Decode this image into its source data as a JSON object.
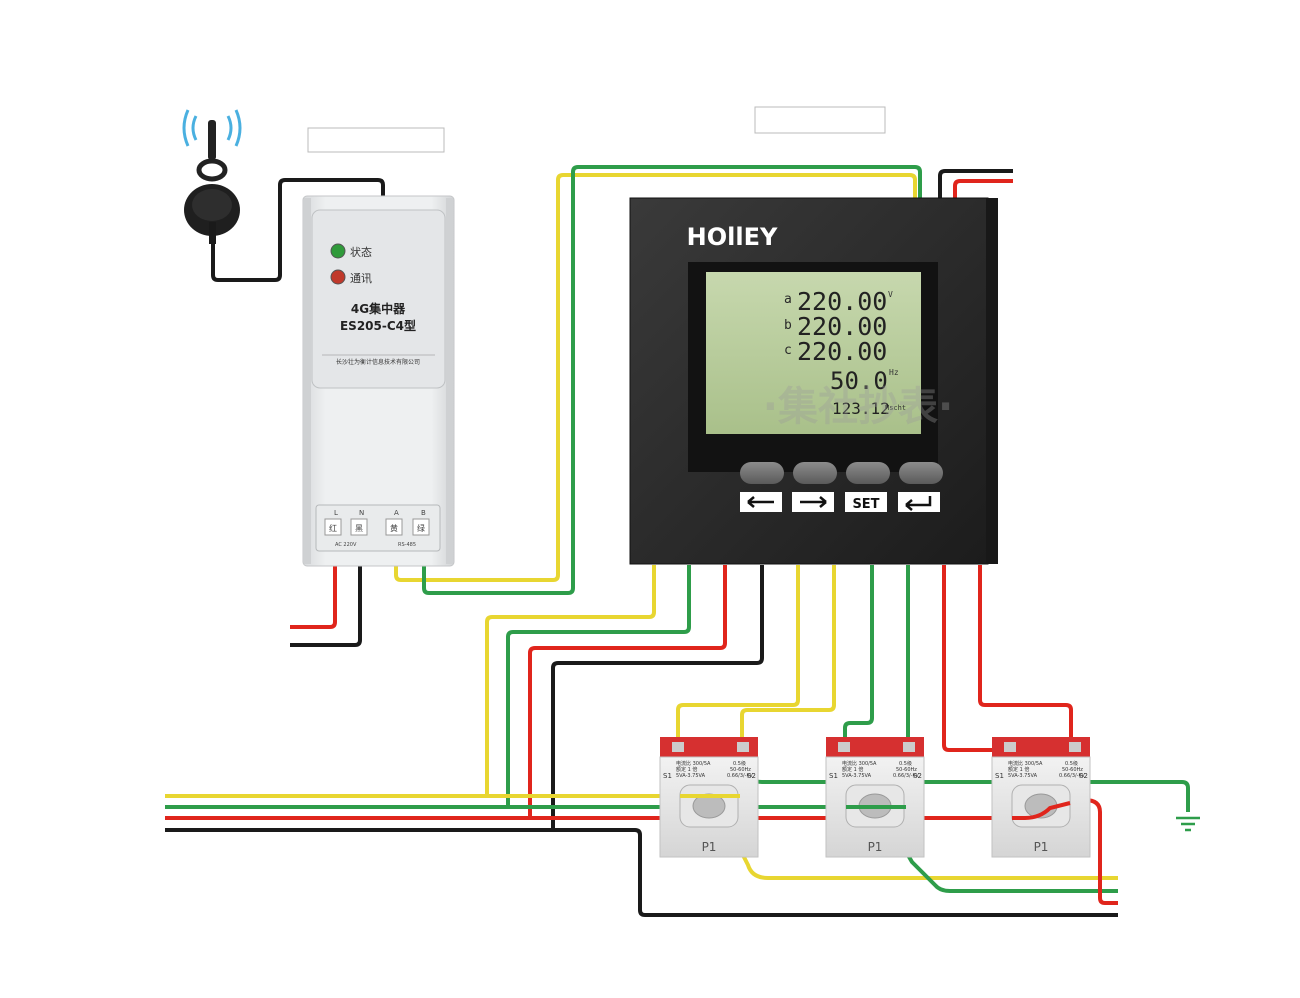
{
  "concentrator": {
    "status_label": "状态",
    "comm_label": "通讯",
    "name_line1": "4G集中器",
    "name_line2": "ES205-C4型",
    "company": "长沙壮为衡计信息技术有限公司",
    "terminals": [
      "L",
      "N",
      "A",
      "B"
    ],
    "terminal_colors": [
      "红",
      "黑",
      "黄",
      "绿"
    ],
    "footer_left": "AC 220V",
    "footer_right": "RS-485",
    "colors": {
      "status_led": "#2f9a3a",
      "comm_led": "#c0392b"
    }
  },
  "meter": {
    "brand": "HOllEY",
    "rows": [
      {
        "label": "a",
        "value": "220.00",
        "unit": "V"
      },
      {
        "label": "b",
        "value": "220.00",
        "unit": ""
      },
      {
        "label": "c",
        "value": "220.00",
        "unit": ""
      },
      {
        "label": "",
        "value": "50.0",
        "unit": "Hz"
      },
      {
        "label": "",
        "value": "123.12",
        "unit": "Mscht"
      }
    ],
    "buttons": {
      "set_label": "SET"
    }
  },
  "watermark": {
    "text": "·集社抄表·"
  },
  "ct": {
    "spec_line1_left": "电流比 300/5A",
    "spec_line1_right": "0.5级",
    "spec_line2_left": "额定 1 倍",
    "spec_line2_right": "50-60Hz",
    "spec_line3_left": "5VA-3.75VA",
    "spec_line3_right": "0.66/3/-kV",
    "p1_label": "P1",
    "s1_label": "S1",
    "s2_label": "S2"
  },
  "wire_colors": {
    "red": "#e0251c",
    "black": "#1a1a1a",
    "yellow": "#e8d631",
    "green": "#2e9d4a"
  }
}
